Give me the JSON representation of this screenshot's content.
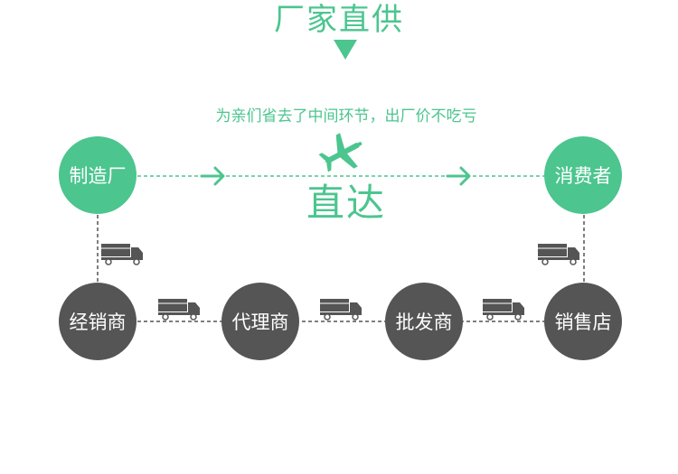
{
  "title": "厂家直供",
  "subtitle": "为亲们省去了中间环节，出厂价不吃亏",
  "direct_label": "直达",
  "nodes": {
    "manufacturer": "制造厂",
    "consumer": "消费者",
    "distributor": "经销商",
    "agent": "代理商",
    "wholesaler": "批发商",
    "retailer": "销售店"
  },
  "colors": {
    "green": "#4cc58f",
    "dark": "#555555",
    "dash_green": "#4cc58f",
    "dash_gray": "#555555"
  },
  "icons": {
    "airplane": "airplane-icon",
    "truck": "truck-icon",
    "arrow": "chevron-right-icon",
    "down": "triangle-down-icon"
  }
}
